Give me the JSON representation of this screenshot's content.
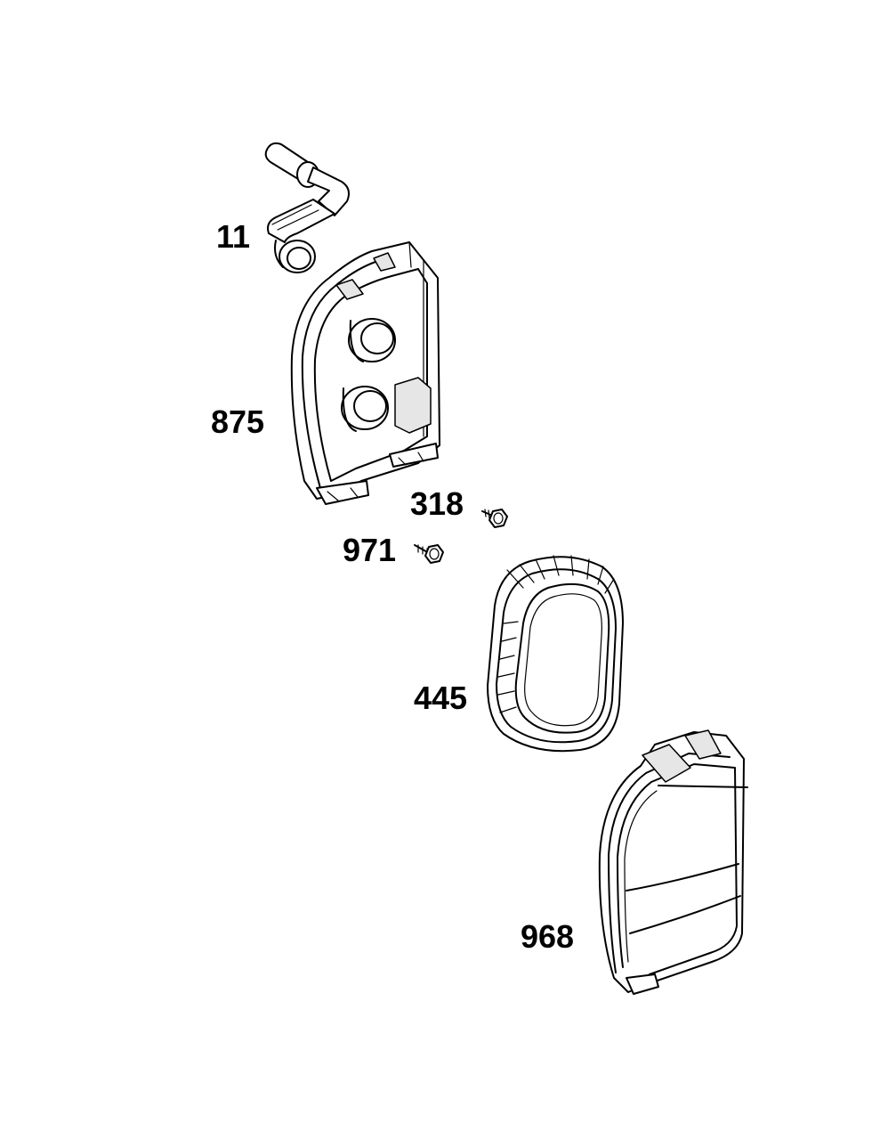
{
  "parts": [
    {
      "id": "p11",
      "label": "11",
      "name": "breather-tube"
    },
    {
      "id": "p875",
      "label": "875",
      "name": "air-cleaner-base"
    },
    {
      "id": "p318",
      "label": "318",
      "name": "screw"
    },
    {
      "id": "p971",
      "label": "971",
      "name": "screw"
    },
    {
      "id": "p445",
      "label": "445",
      "name": "air-filter-cartridge"
    },
    {
      "id": "p968",
      "label": "968",
      "name": "air-cleaner-cover"
    }
  ],
  "colors": {
    "line": "#000000",
    "background": "#ffffff"
  }
}
